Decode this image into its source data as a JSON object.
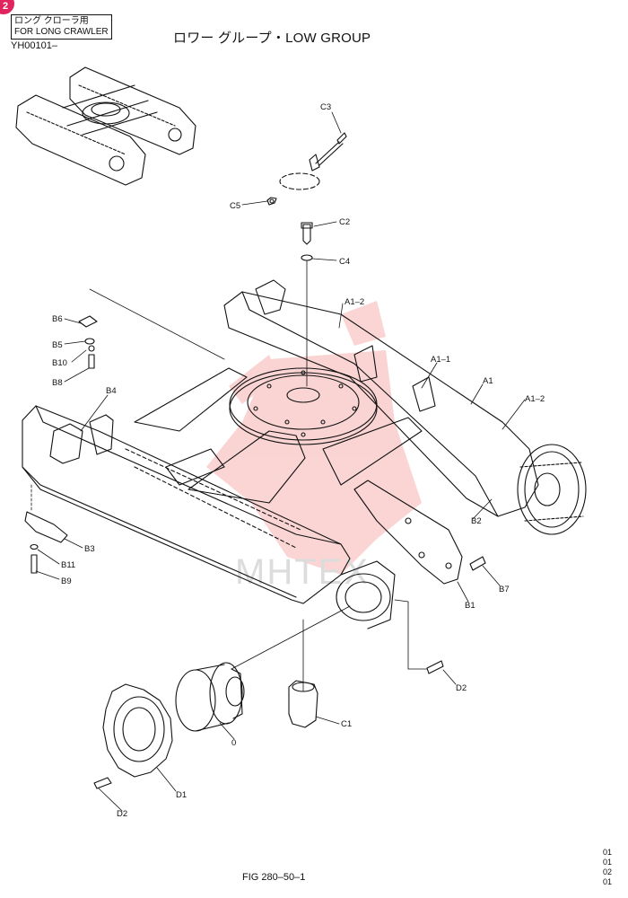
{
  "header": {
    "badge": "2",
    "crawler_jp": "ロング クローラ用",
    "crawler_en": "FOR LONG CRAWLER",
    "serial": "YH00101–",
    "title": "ロワー グループ・LOW GROUP"
  },
  "footer": {
    "figure": "FIG 280–50–1",
    "revisions": [
      "01",
      "01",
      "02",
      "01"
    ]
  },
  "watermark": {
    "text": "MHTEX",
    "color": "#e8423c"
  },
  "colors": {
    "line": "#111111",
    "watermark": "#e8423c"
  },
  "callouts": {
    "C3": "C3",
    "C5": "C5",
    "C2": "C2",
    "C4": "C4",
    "A1_2_top": "A1–2",
    "A1_1": "A1–1",
    "A1": "A1",
    "A1_2_right": "A1–2",
    "B6": "B6",
    "B5": "B5",
    "B10": "B10",
    "B8": "B8",
    "B4": "B4",
    "B3": "B3",
    "B11": "B11",
    "B9": "B9",
    "B2": "B2",
    "B7": "B7",
    "B1": "B1",
    "D2_right": "D2",
    "C1": "C1",
    "O": "0",
    "D1": "D1",
    "D2_left": "D2"
  }
}
